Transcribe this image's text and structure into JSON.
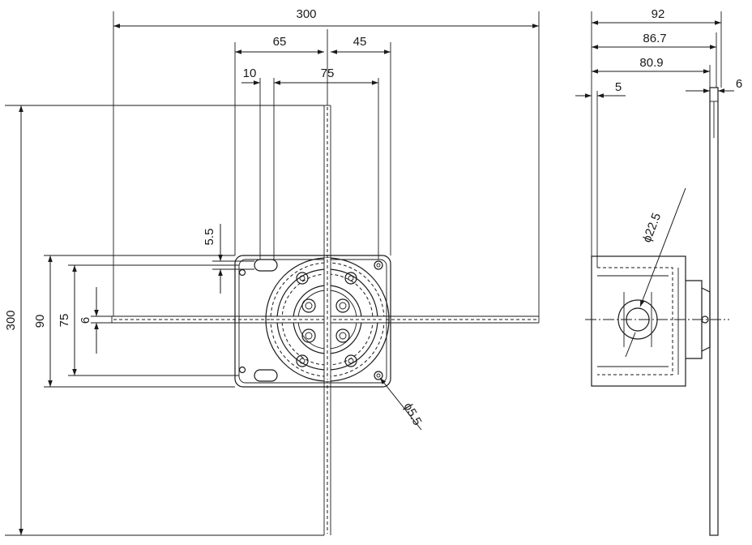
{
  "front_view": {
    "dims": {
      "overall_width": "300",
      "left_to_center": "65",
      "center_to_right": "45",
      "slot_width": "10",
      "hole_spacing": "75",
      "slot_height": "5.5",
      "overall_height": "300",
      "base_height": "90",
      "hole_vertical": "75",
      "rod_thickness": "6",
      "hole_diameter": "ϕ5.5"
    }
  },
  "side_view": {
    "dims": {
      "overall_depth": "92",
      "depth_2": "86.7",
      "depth_3": "80.9",
      "lever_thickness": "5",
      "plate_thickness": "6",
      "conduit_diameter": "ϕ22.5"
    }
  }
}
